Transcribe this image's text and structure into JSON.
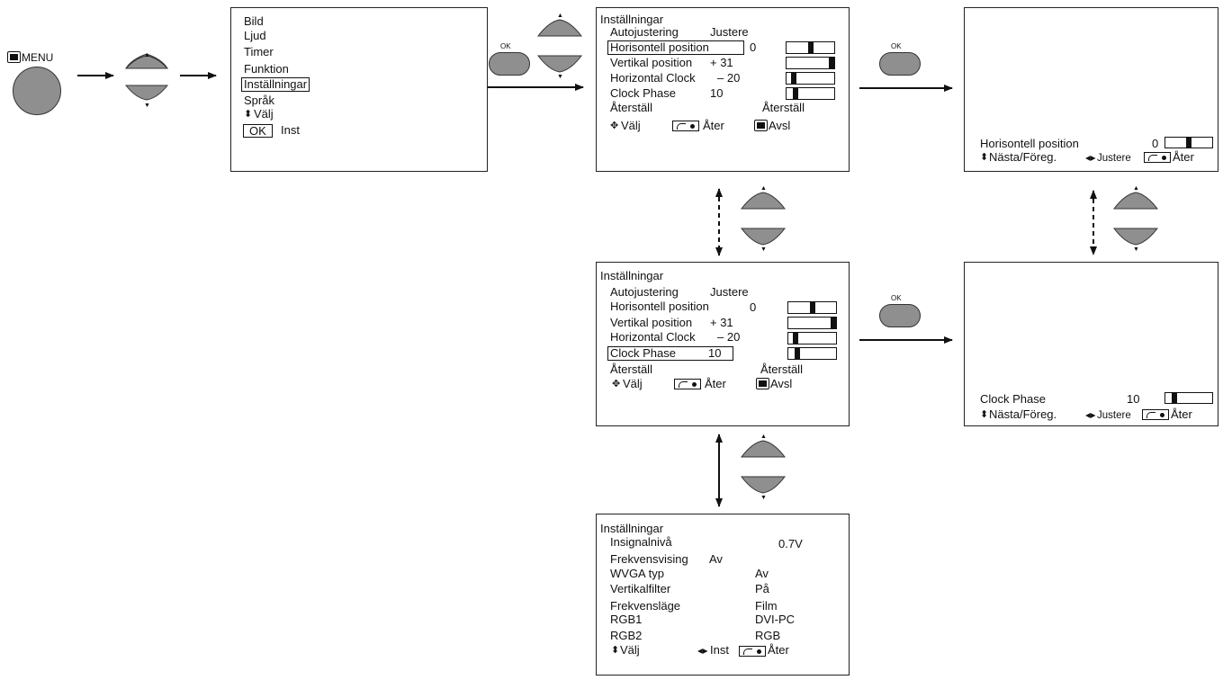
{
  "menu_button": {
    "label": "MENU"
  },
  "ok_label": "OK",
  "main_menu": {
    "items": [
      "Bild",
      "Ljud",
      "Timer",
      "Funktion",
      "Inställningar",
      "Språk"
    ],
    "nav_select": "Välj",
    "ok_key": "OK",
    "ok_action": "Inst"
  },
  "settings_1": {
    "title": "Inställningar",
    "autojust_label": "Autojustering",
    "autojust_value": "Justere",
    "rows": [
      {
        "label": "Horisontell position",
        "value": "0",
        "level": 0.5
      },
      {
        "label": "Vertikal position",
        "value": "+ 31",
        "level": 1.0
      },
      {
        "label": "Horizontal Clock",
        "value": "– 20",
        "level": 0.1
      },
      {
        "label": "Clock Phase",
        "value": "10",
        "level": 0.15
      }
    ],
    "reset_label": "Återställ",
    "reset_value": "Återställ",
    "nav_select": "Välj",
    "nav_back": "Åter",
    "nav_exit": "Avsl"
  },
  "settings_2": {
    "title": "Inställningar",
    "autojust_label": "Autojustering",
    "autojust_value": "Justere",
    "rows": [
      {
        "label": "Horisontell position",
        "value": "0",
        "level": 0.5
      },
      {
        "label": "Vertikal position",
        "value": "+ 31",
        "level": 1.0
      },
      {
        "label": "Horizontal Clock",
        "value": "– 20",
        "level": 0.1
      },
      {
        "label": "Clock Phase",
        "value": "10",
        "level": 0.15
      }
    ],
    "reset_label": "Återställ",
    "reset_value": "Återställ",
    "nav_select": "Välj",
    "nav_back": "Åter",
    "nav_exit": "Avsl"
  },
  "adjust_1": {
    "label": "Horisontell position",
    "value": "0",
    "level": 0.5,
    "nav_next": "Nästa/Föreg.",
    "nav_adjust": "Justere",
    "nav_back": "Åter"
  },
  "adjust_2": {
    "label": "Clock Phase",
    "value": "10",
    "level": 0.15,
    "nav_next": "Nästa/Föreg.",
    "nav_adjust": "Justere",
    "nav_back": "Åter"
  },
  "settings_3": {
    "title": "Inställningar",
    "rows": [
      {
        "label": "Insignalnivå",
        "value": "0.7V"
      },
      {
        "label": "Frekvensvising",
        "value": "Av"
      },
      {
        "label": "WVGA typ",
        "value": "Av"
      },
      {
        "label": "Vertikalfilter",
        "value": "På"
      },
      {
        "label": "Frekvensläge",
        "value": "Film"
      },
      {
        "label": "RGB1",
        "value": "DVI-PC"
      },
      {
        "label": "RGB2",
        "value": "RGB"
      }
    ],
    "nav_select": "Välj",
    "nav_inst": "Inst",
    "nav_back": "Åter"
  }
}
